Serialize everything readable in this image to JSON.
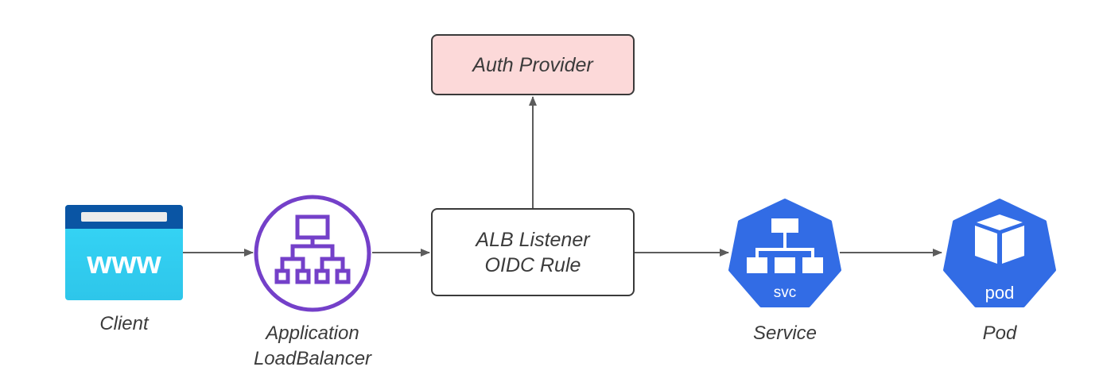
{
  "diagram": {
    "nodes": {
      "client": {
        "label": "Client",
        "icon": "www-browser-icon",
        "icon_text": "www"
      },
      "alb": {
        "label_lines": [
          "Application",
          "LoadBalancer"
        ],
        "icon": "load-balancer-icon"
      },
      "listener": {
        "label_lines": [
          "ALB Listener",
          "OIDC Rule"
        ]
      },
      "auth": {
        "label": "Auth Provider"
      },
      "service": {
        "label": "Service",
        "icon": "kubernetes-svc-icon",
        "icon_text": "svc"
      },
      "pod": {
        "label": "Pod",
        "icon": "kubernetes-pod-icon",
        "icon_text": "pod"
      }
    },
    "edges": [
      {
        "from": "client",
        "to": "alb"
      },
      {
        "from": "alb",
        "to": "listener"
      },
      {
        "from": "listener",
        "to": "auth"
      },
      {
        "from": "listener",
        "to": "service"
      },
      {
        "from": "service",
        "to": "pod"
      }
    ],
    "colors": {
      "auth_fill": "#fcd9d9",
      "browser_header": "#0a55a4",
      "browser_body": "#33d0f2",
      "alb_purple": "#7440c9",
      "k8s_blue": "#326ce5",
      "edge": "#5c5c5c",
      "text": "#3b3b3b"
    }
  }
}
